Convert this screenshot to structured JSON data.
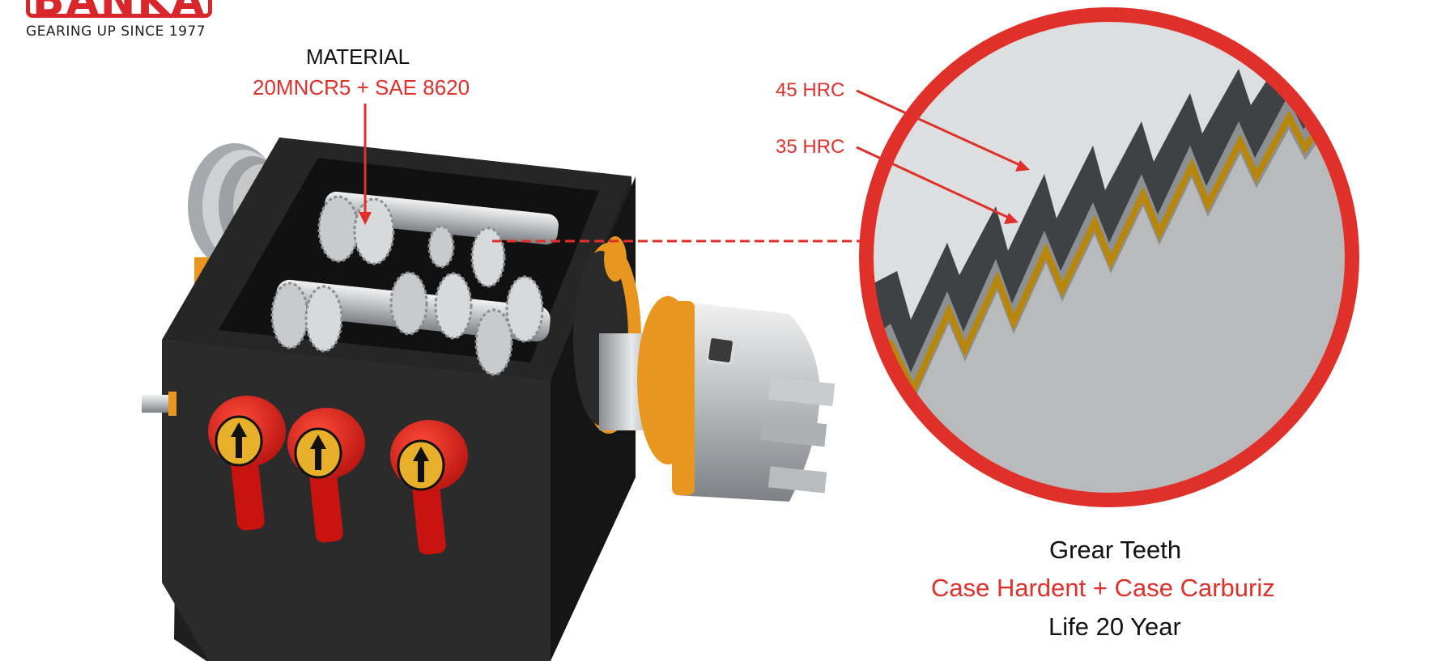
{
  "logo": {
    "wordmark": "BANKA",
    "tagline": "GEARING UP SINCE 1977"
  },
  "material": {
    "title": "MATERIAL",
    "value": "20MNCR5 + SAE 8620"
  },
  "hardness": {
    "outer": "45 HRC",
    "inner": "35 HRC"
  },
  "caption": {
    "title": "Grear Teeth",
    "treatment": "Case Hardent + Case Carburiz",
    "life": "Life 20 Year"
  },
  "colors": {
    "accent_red": "#e0302a",
    "body_black": "#252525",
    "flange_orange": "#e8961f"
  }
}
